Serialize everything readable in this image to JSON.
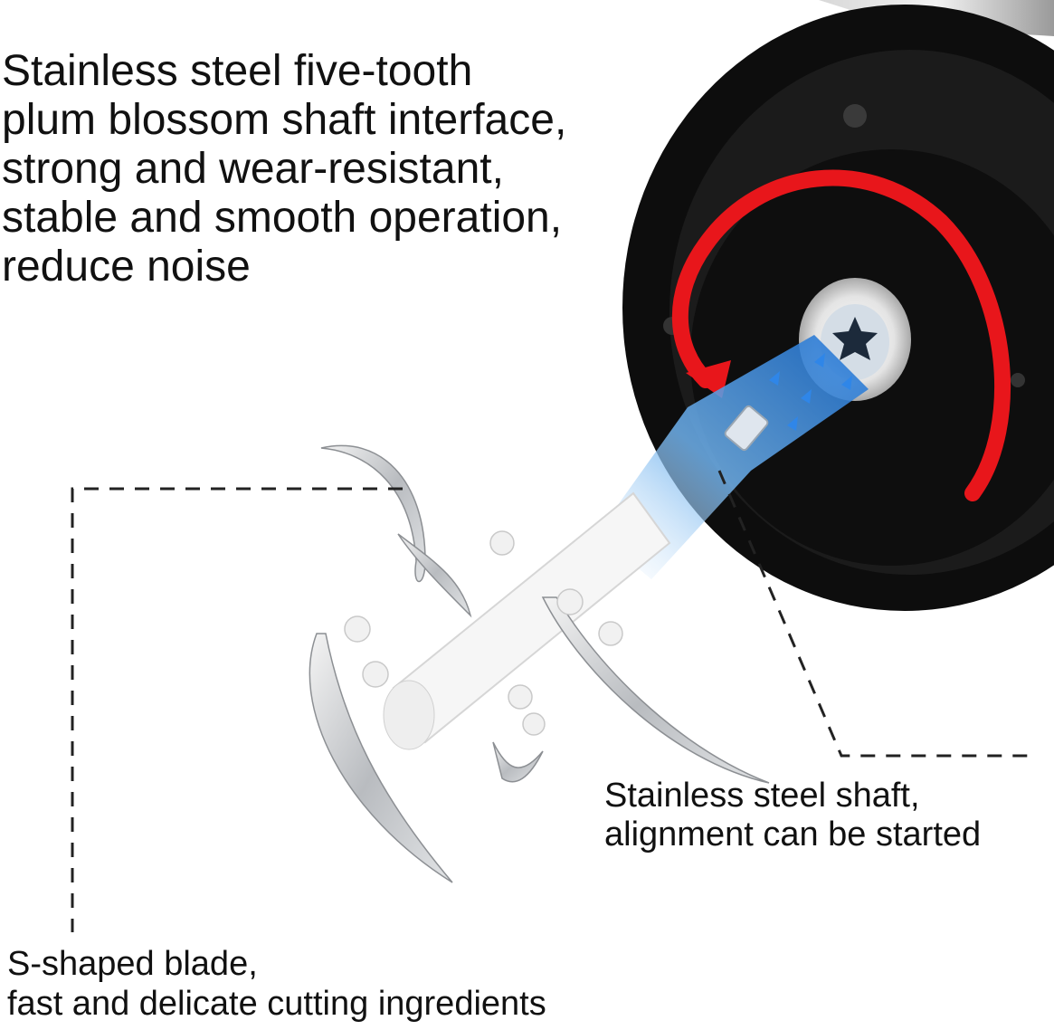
{
  "captions": {
    "top": {
      "line1": "Stainless steel five-tooth",
      "line2": "plum blossom shaft interface,",
      "line3": "strong and wear-resistant,",
      "line4": "stable and smooth operation,",
      "line5": "reduce noise"
    },
    "right": {
      "line1": "Stainless steel shaft,",
      "line2": "alignment can be started"
    },
    "bottom": {
      "line1": "S-shaped blade,",
      "line2": "fast and delicate cutting ingredients"
    }
  },
  "colors": {
    "motor_housing": "#101010",
    "rotation_arrow": "#e8161b",
    "shaft_glow": "#3b8fe0",
    "blade_steel": "#c9ccd0",
    "leader_line": "#222222"
  },
  "icons": {
    "rotation": "rotation-arrow-icon",
    "flow": "upward-chevron-icons"
  }
}
